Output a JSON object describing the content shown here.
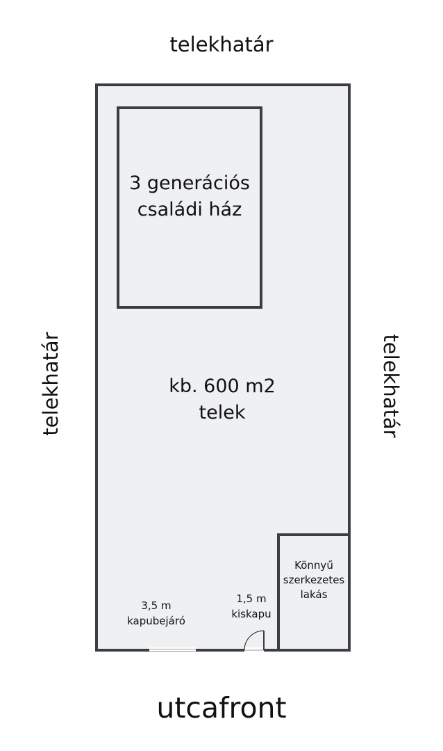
{
  "boundaries": {
    "top": "telekhatár",
    "left": "telekhatár",
    "right": "telekhatár"
  },
  "street": "utcafront",
  "house": {
    "line1": "3 generációs",
    "line2": "családi ház"
  },
  "plot": {
    "line1": "kb. 600 m2",
    "line2": "telek"
  },
  "annex": {
    "line1": "Könnyű",
    "line2": "szerkezetes",
    "line3": "lakás"
  },
  "gate": {
    "width": "3,5 m",
    "name": "kapubejáró"
  },
  "wicket": {
    "width": "1,5 m",
    "name": "kiskapu"
  },
  "colors": {
    "plot_fill": "#eff0f2",
    "wall": "#3c3d40",
    "text": "#111111"
  }
}
